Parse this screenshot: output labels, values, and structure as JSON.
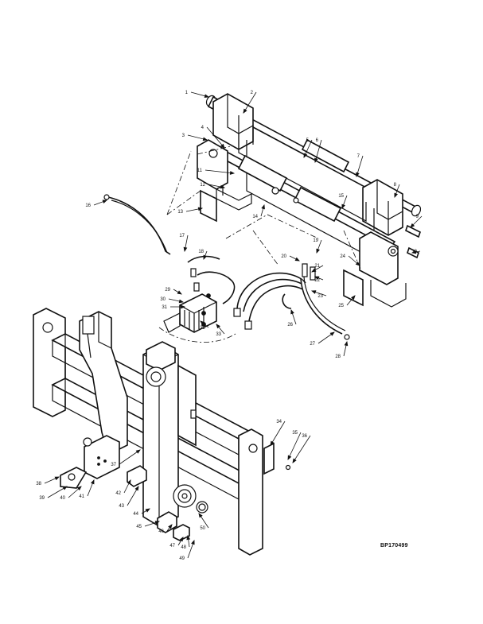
{
  "figure": {
    "id_label": "BP170499"
  },
  "callouts": [
    {
      "label": "1"
    },
    {
      "label": "2"
    },
    {
      "label": "3"
    },
    {
      "label": "4"
    },
    {
      "label": "5"
    },
    {
      "label": "6"
    },
    {
      "label": "7"
    },
    {
      "label": "8"
    },
    {
      "label": "9"
    },
    {
      "label": "10"
    },
    {
      "label": "11"
    },
    {
      "label": "12"
    },
    {
      "label": "13"
    },
    {
      "label": "14"
    },
    {
      "label": "15"
    },
    {
      "label": "16"
    },
    {
      "label": "17"
    },
    {
      "label": "18"
    },
    {
      "label": "19"
    },
    {
      "label": "20"
    },
    {
      "label": "21"
    },
    {
      "label": "22"
    },
    {
      "label": "23"
    },
    {
      "label": "24"
    },
    {
      "label": "25"
    },
    {
      "label": "26"
    },
    {
      "label": "27"
    },
    {
      "label": "28"
    },
    {
      "label": "29"
    },
    {
      "label": "30"
    },
    {
      "label": "31"
    },
    {
      "label": "32"
    },
    {
      "label": "33"
    },
    {
      "label": "34"
    },
    {
      "label": "35"
    },
    {
      "label": "36"
    },
    {
      "label": "37"
    },
    {
      "label": "38"
    },
    {
      "label": "39"
    },
    {
      "label": "40"
    },
    {
      "label": "41"
    },
    {
      "label": "42"
    },
    {
      "label": "43"
    },
    {
      "label": "44"
    },
    {
      "label": "45"
    },
    {
      "label": "46"
    },
    {
      "label": "47"
    },
    {
      "label": "48"
    },
    {
      "label": "49"
    },
    {
      "label": "50"
    }
  ]
}
